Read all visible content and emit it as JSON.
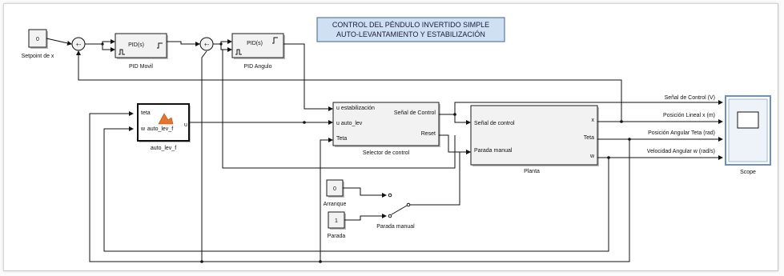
{
  "title": {
    "line1": "CONTROL DEL PÉNDULO INVERTIDO SIMPLE",
    "line2": "AUTO-LEVANTAMIENTO Y ESTABILIZACIÓN"
  },
  "blocks": {
    "setpoint": {
      "value": "0",
      "label": "Setpoint de x"
    },
    "pid_movil": {
      "text": "PID(s)",
      "label": "PID Movil"
    },
    "pid_angulo": {
      "text": "PID(s)",
      "label": "PID Angulo"
    },
    "sum1": {
      "signs": "+-"
    },
    "sum2": {
      "signs": "+-"
    },
    "auto_lev": {
      "in1": "teta",
      "in2": "w",
      "name_inside": "auto_lev_f",
      "out": "u",
      "label": "auto_lev_f"
    },
    "selector": {
      "in1": "u estabilización",
      "in2": "u auto_lev",
      "in3": "Teta",
      "out1": "Señal de Control",
      "out2": "Reset",
      "label": "Selector de control"
    },
    "planta": {
      "in1": "Señal de control",
      "in2": "Parada manual",
      "out1": "x",
      "out2": "Teta",
      "out3": "w",
      "label": "Planta"
    },
    "scope": {
      "label": "Scope"
    },
    "arranque": {
      "value": "0",
      "label": "Arranque"
    },
    "parada": {
      "value": "1",
      "label": "Parada"
    },
    "switch": {
      "label": "Parada manual"
    }
  },
  "signals": {
    "s1": "Señal de Control (V)",
    "s2": "Posición Lineal x (m)",
    "s3": "Posición Angular Teta (rad)",
    "s4": "Velocidad Angular w (rad/s)"
  },
  "colors": {
    "title_bg": "#cfe0f2",
    "title_border": "#5a78a8",
    "scope_border": "#6b8fc6",
    "matlab_icon": "#e8742c"
  }
}
